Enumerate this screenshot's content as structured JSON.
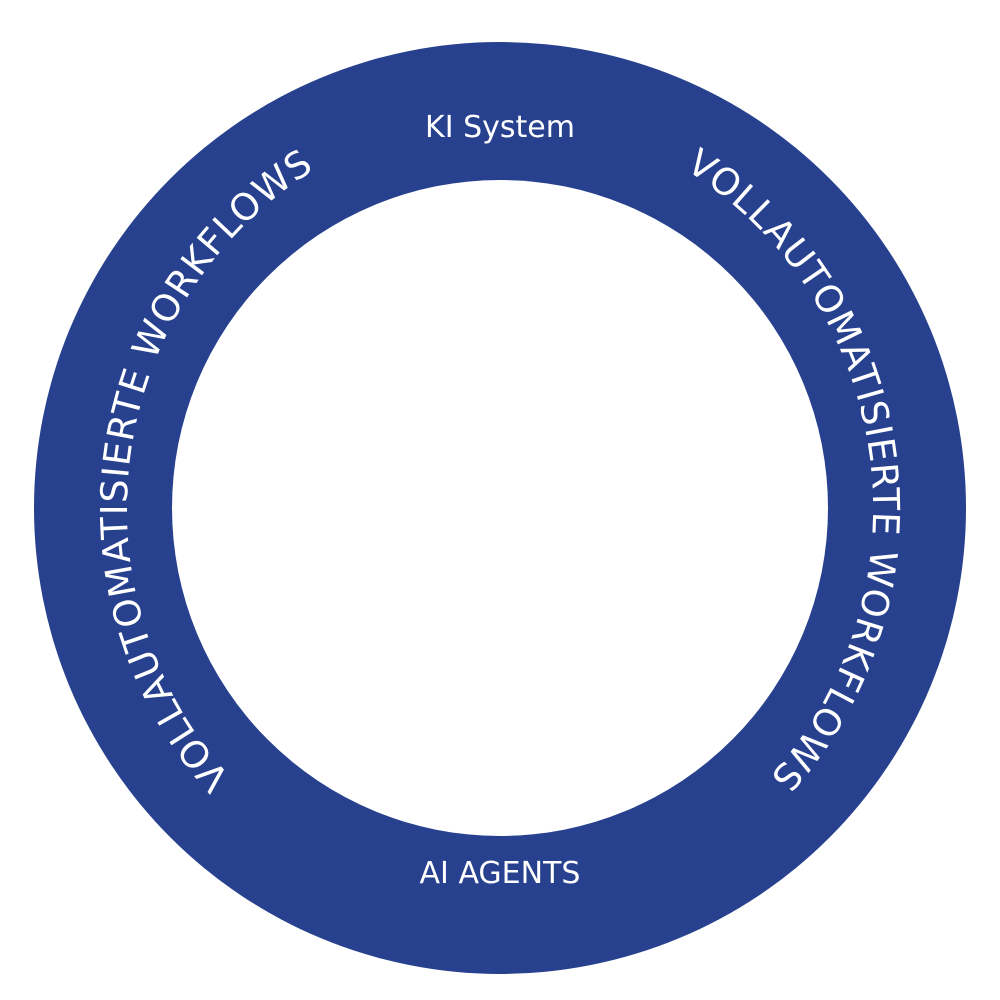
{
  "diagram": {
    "ring_color": "#27418f",
    "text_color": "#ffffff",
    "top_label": "KI System",
    "bottom_label": "AI AGENTS",
    "left_arc_text": "VOLLAUTOMATISIERTE WORKFLOWS",
    "right_arc_text": "VOLLAUTOMATISIERTE WORKFLOWS"
  }
}
